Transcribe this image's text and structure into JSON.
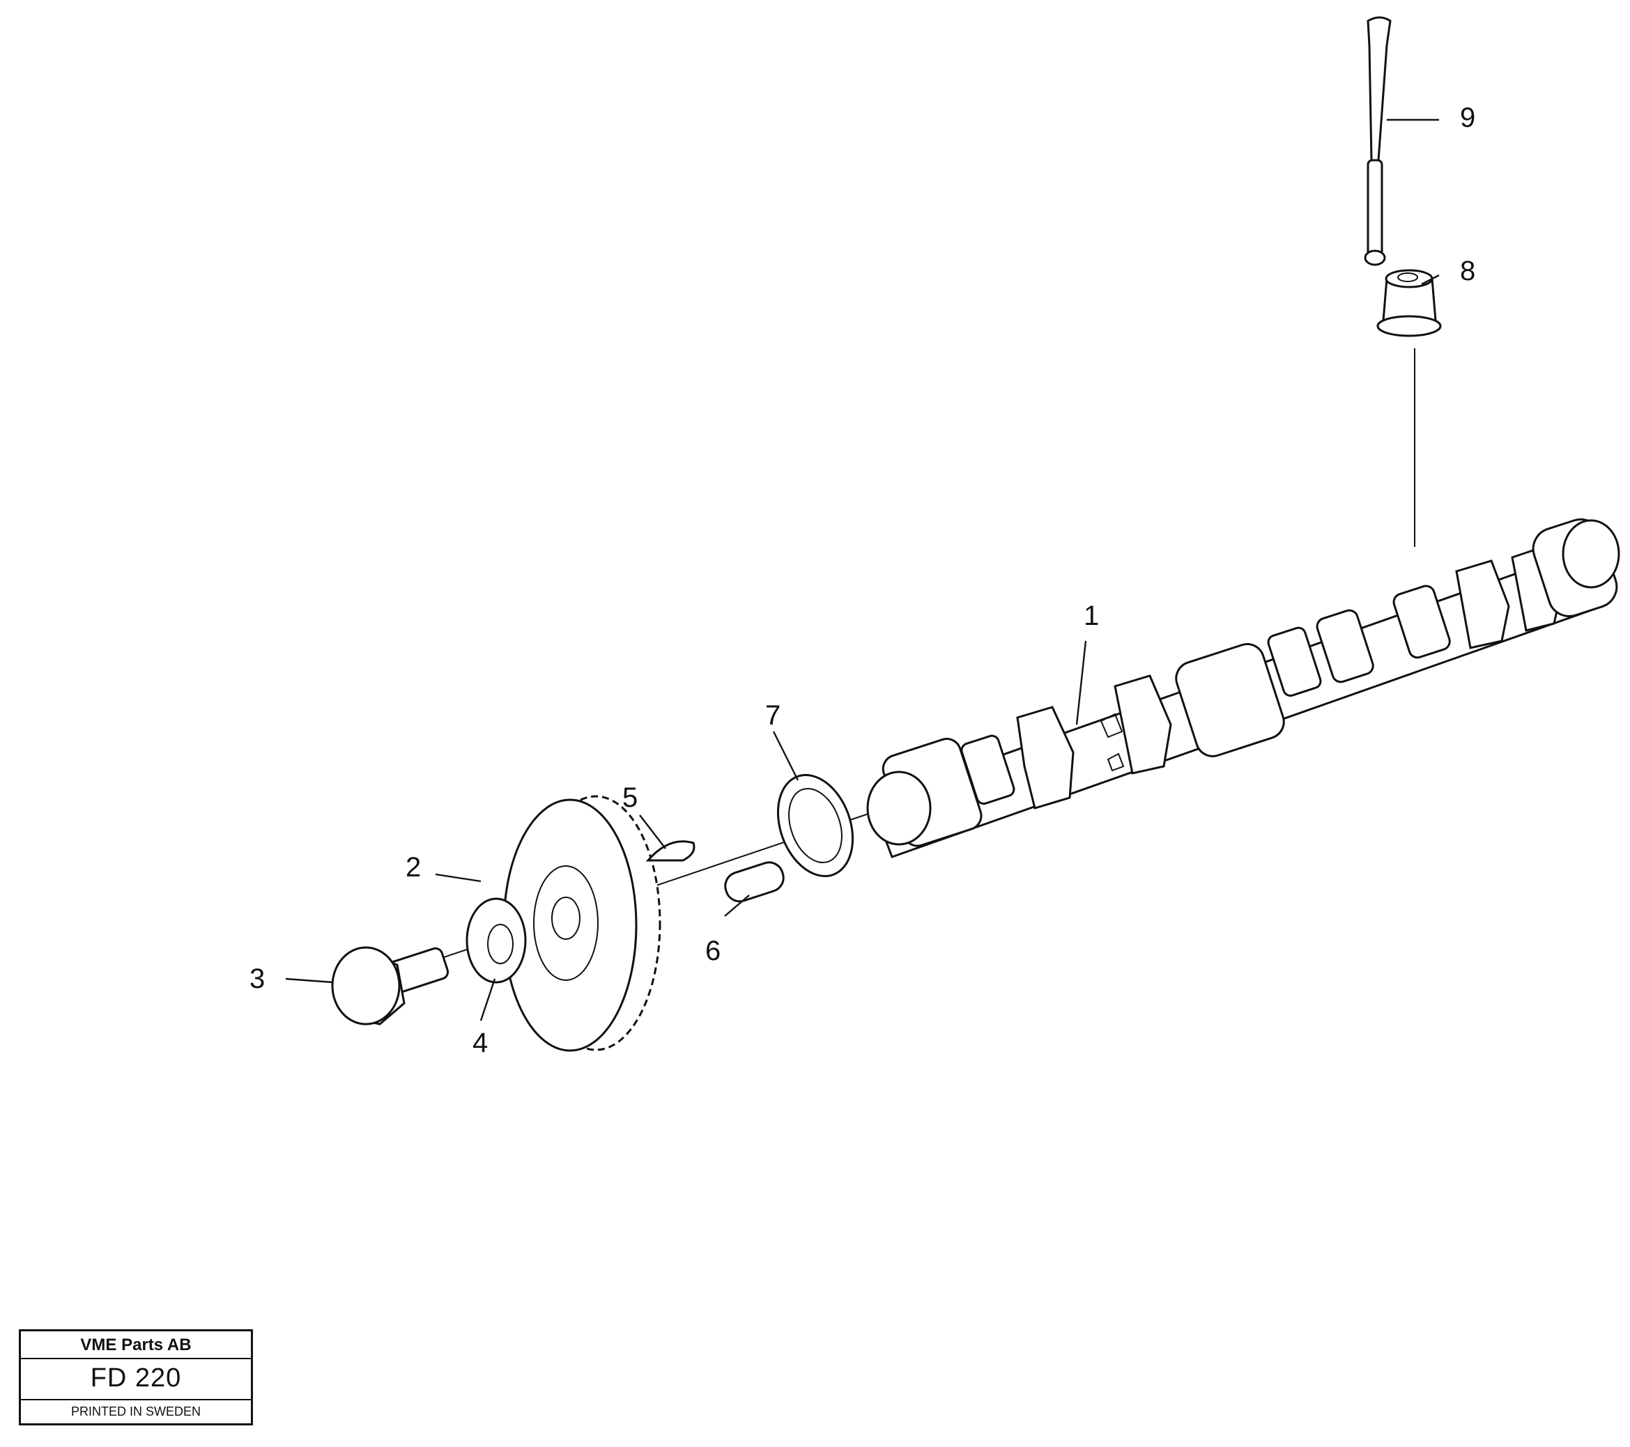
{
  "diagram": {
    "callouts": [
      {
        "id": "1",
        "part": "camshaft"
      },
      {
        "id": "2",
        "part": "camshaft-gear"
      },
      {
        "id": "3",
        "part": "flange-bolt"
      },
      {
        "id": "4",
        "part": "washer"
      },
      {
        "id": "5",
        "part": "woodruff-key"
      },
      {
        "id": "6",
        "part": "dowel-pin"
      },
      {
        "id": "7",
        "part": "thrust-ring"
      },
      {
        "id": "8",
        "part": "valve-lifter"
      },
      {
        "id": "9",
        "part": "push-rod"
      }
    ]
  },
  "title_block": {
    "company": "VME Parts AB",
    "code": "FD 220",
    "printed": "PRINTED IN SWEDEN"
  }
}
